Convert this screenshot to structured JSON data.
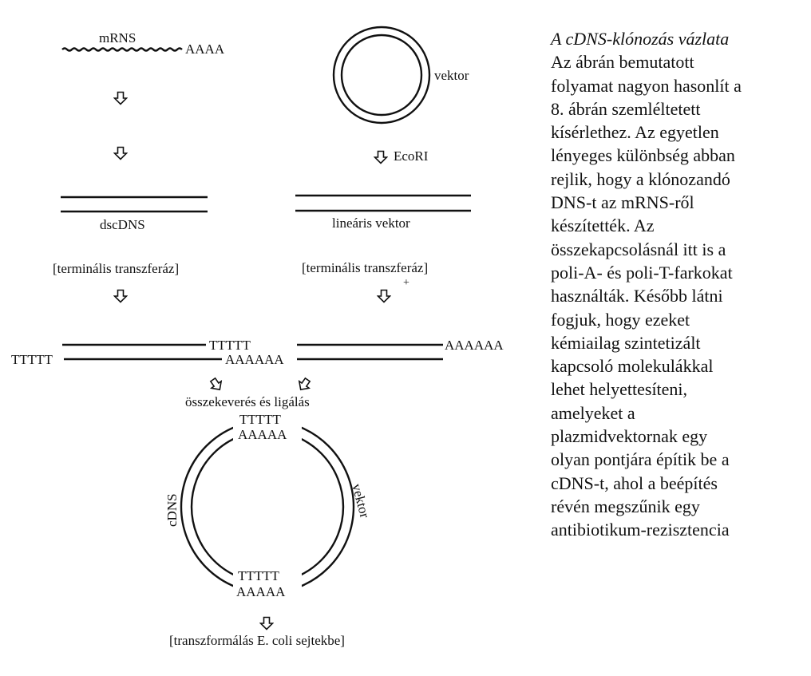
{
  "labels": {
    "mrna": "mRNS",
    "poly_a_tail": "AAAA",
    "vector": "vektor",
    "ecori": "EcoRI",
    "dscdna": "dscDNS",
    "linear_vector": "lineáris vektor",
    "terminal_transferase_left": "[terminális transzferáz]",
    "terminal_transferase_right": "[terminális transzferáz]",
    "plus": "+",
    "tttt_insert_left": "TTTTT",
    "tttt_insert_right": "TTTTT",
    "aaaaaa_vector_left": "AAAAAA",
    "aaaaaa_vector_right": "AAAAAA",
    "mixing_ligation": "összekeverés és ligálás",
    "circle_top_t": "TTTTT",
    "circle_top_a": "AAAAA",
    "circle_bottom_t": "TTTTT",
    "circle_bottom_a": "AAAAA",
    "cdna_arc": "cDNS",
    "vector_arc": "vektor",
    "transformation": "[transzformálás E. coli sejtekbe]"
  },
  "caption": {
    "title": "A cDNS-klónozás vázlata",
    "lines": [
      "Az ábrán bemutatott",
      "folyamat nagyon hasonlít a",
      "8. ábrán szemléltetett",
      "kísérlethez. Az egyetlen",
      "lényeges különbség abban",
      "rejlik, hogy a klónozandó",
      "DNS-t az mRNS-ről",
      "készítették. Az",
      "összekapcsolásnál itt is a",
      "poli-A- és poli-T-farkokat",
      "használták. Később látni",
      "fogjuk, hogy ezeket",
      "kémiailag szintetizált",
      "kapcsoló molekulákkal",
      "lehet helyettesíteni,",
      "amelyeket a",
      "plazmidvektornak egy",
      "olyan pontjára építik be a",
      "cDNS-t, ahol a beépítés",
      "révén megszűnik egy",
      "antibiotikum-rezisztencia"
    ]
  }
}
